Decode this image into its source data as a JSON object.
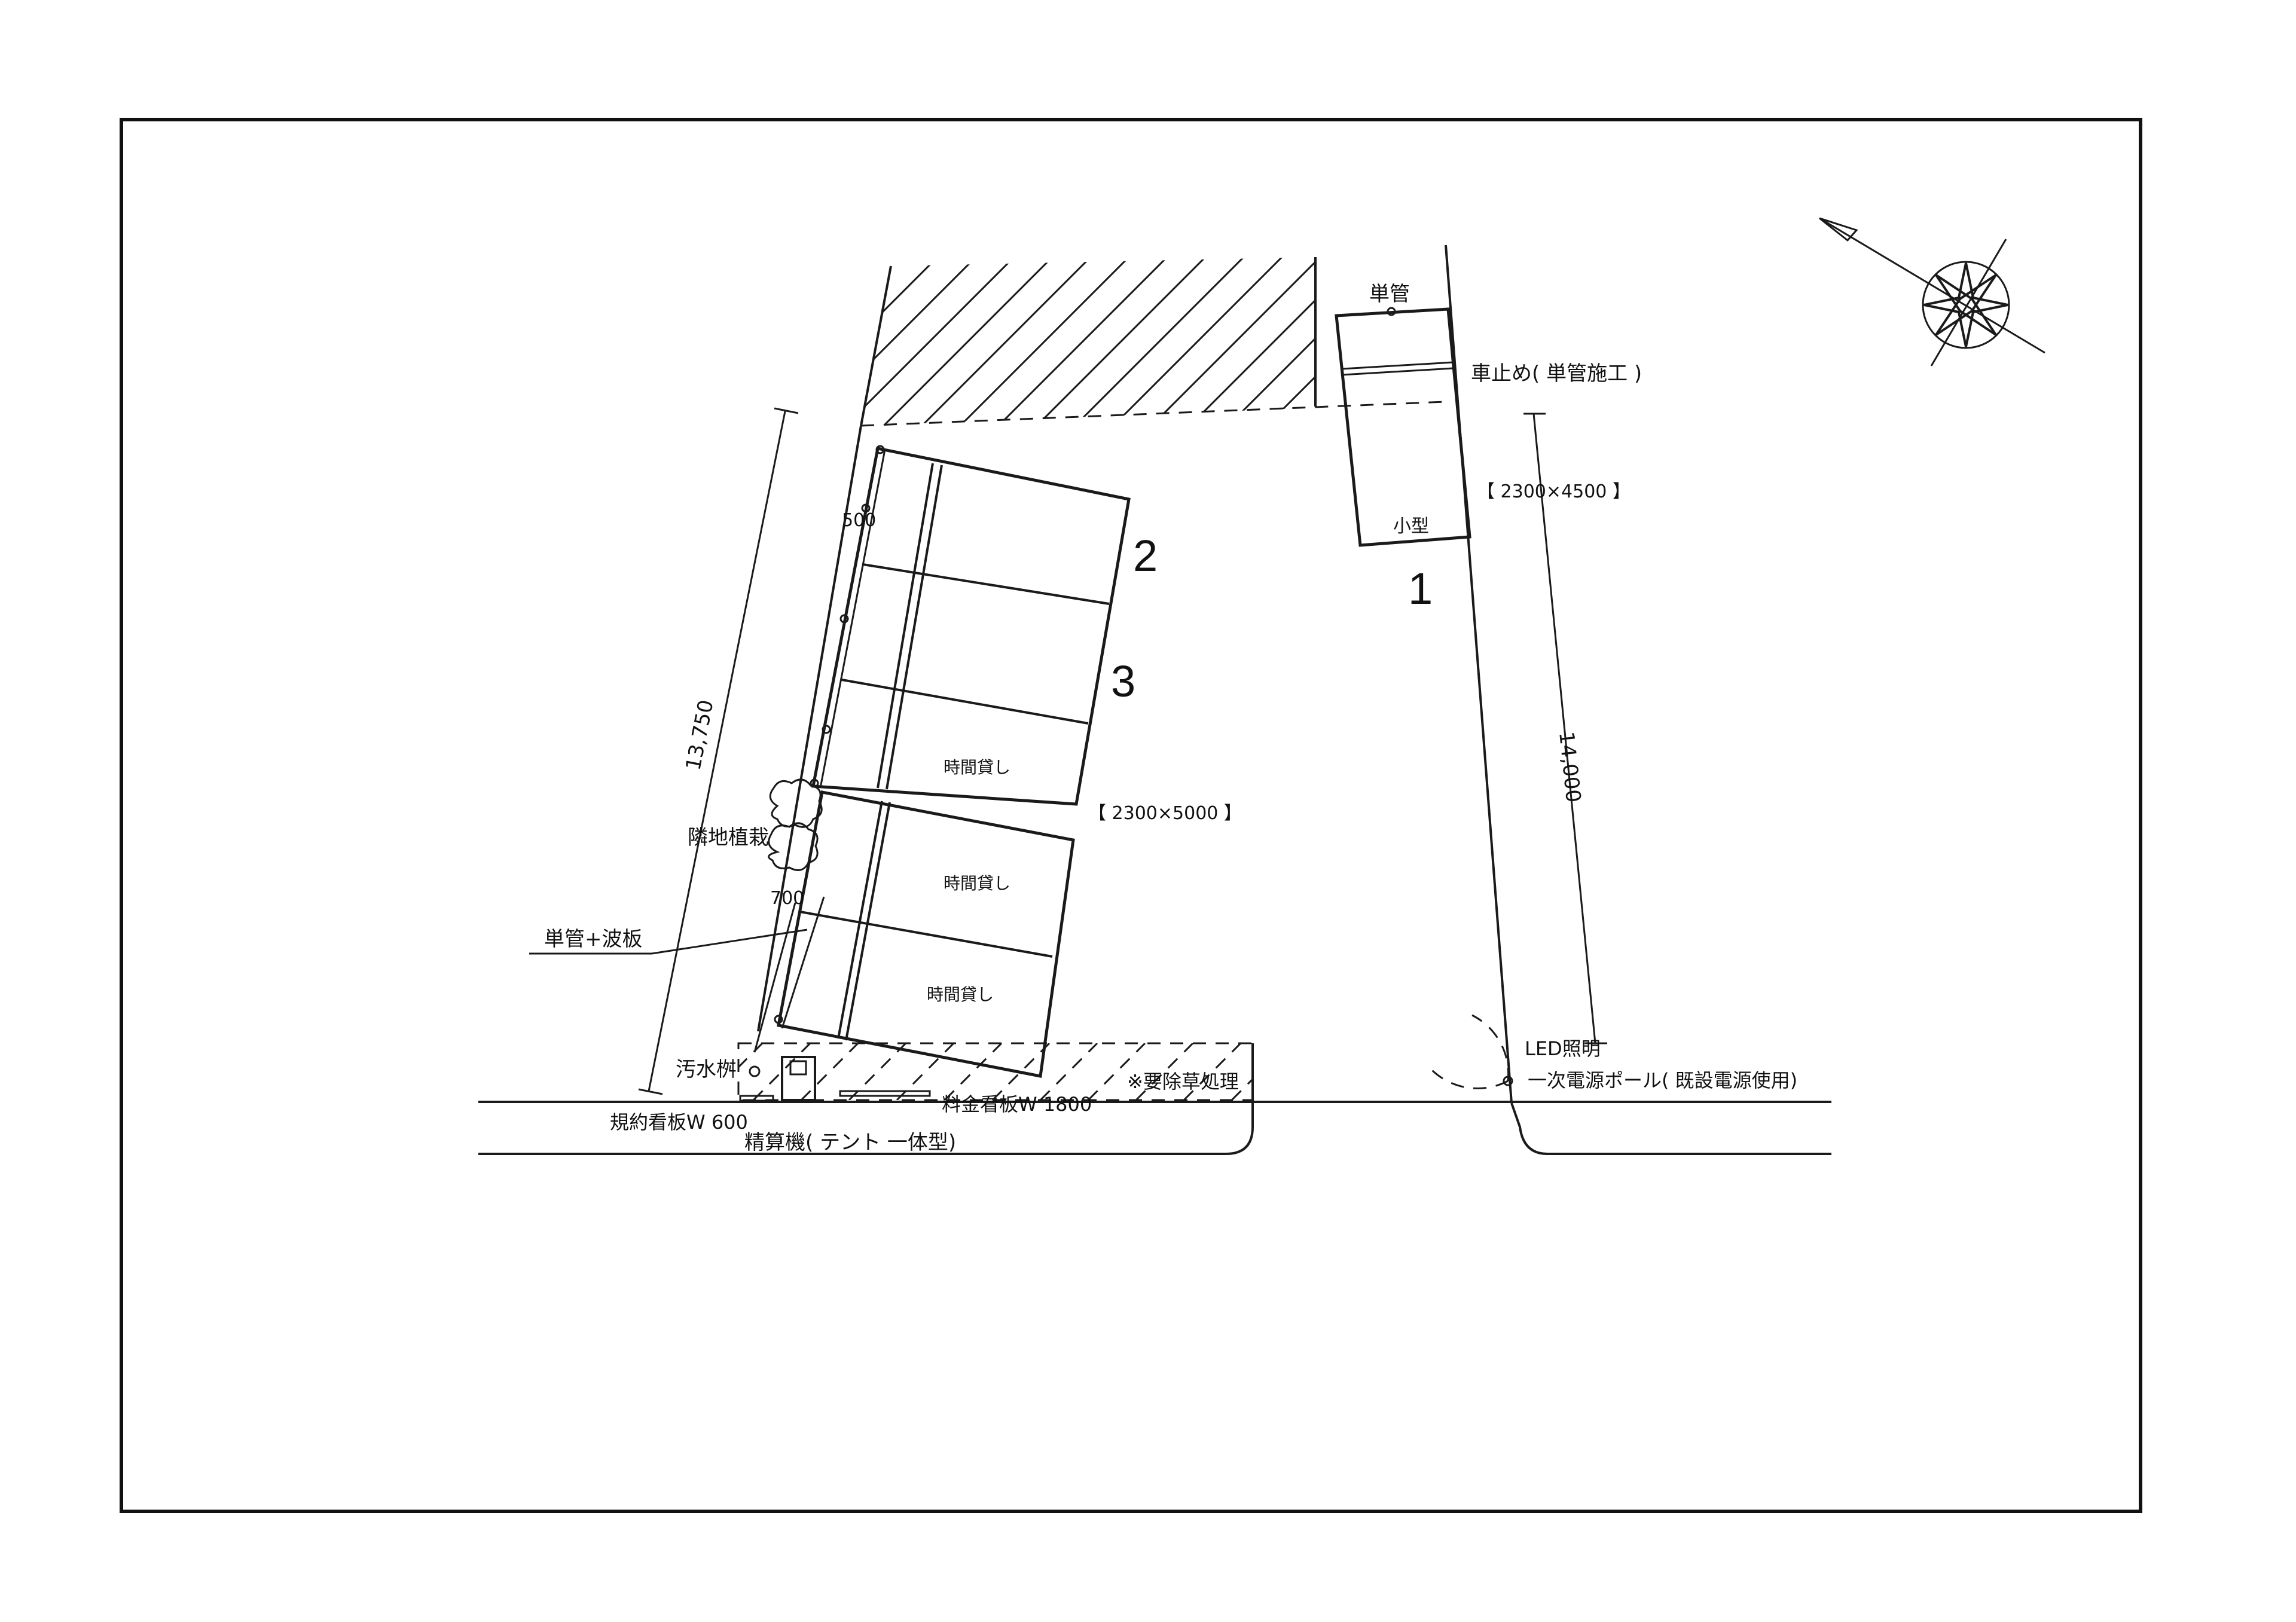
{
  "spaces": [
    {
      "number": "1",
      "type": "小型"
    },
    {
      "number": "2"
    },
    {
      "number": "3"
    },
    {
      "label": "時間貸し"
    },
    {
      "label": "時間貸し"
    },
    {
      "label": "時間貸し"
    }
  ],
  "dimensions": {
    "left_total": "13,750",
    "right_total": "14,000",
    "gap_top": "500",
    "gap_bottom": "700",
    "small_size": "【 2300×4500 】",
    "std_size": "【 2300×5000 】"
  },
  "labels": {
    "tankan": "単管",
    "wheel_stop": "車止め( 単管施工 )",
    "neighbor_plants": "隣地植栽",
    "pipe_corrugated": "単管+波板",
    "sewage": "汚水桝",
    "contract_sign": "規約看板W 600",
    "fare_sign": "料金看板W 1800",
    "weeding": "※要除草処理",
    "pay_machine": "精算機( テント 一体型)",
    "led": "LED照明",
    "power_pole": "一次電源ポール( 既設電源使用)"
  }
}
